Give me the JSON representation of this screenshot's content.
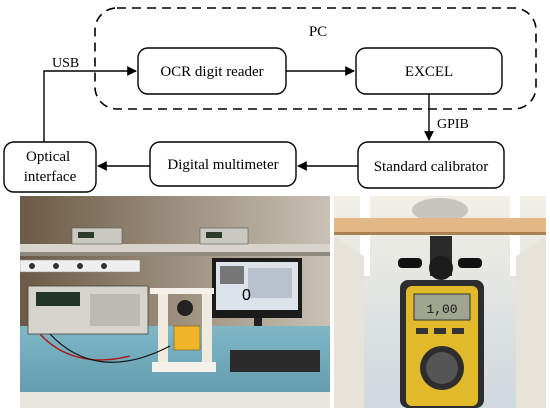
{
  "diagram": {
    "group_label": "PC",
    "nodes": {
      "ocr": "OCR digit reader",
      "excel": "EXCEL",
      "optical": "Optical interface",
      "multimeter": "Digital multimeter",
      "calibrator": "Standard calibrator"
    },
    "edges": {
      "usb": "USB",
      "gpib": "GPIB"
    }
  },
  "photos": {
    "left": {
      "display_reading": "0"
    },
    "right": {
      "display_reading": "1,00"
    }
  }
}
